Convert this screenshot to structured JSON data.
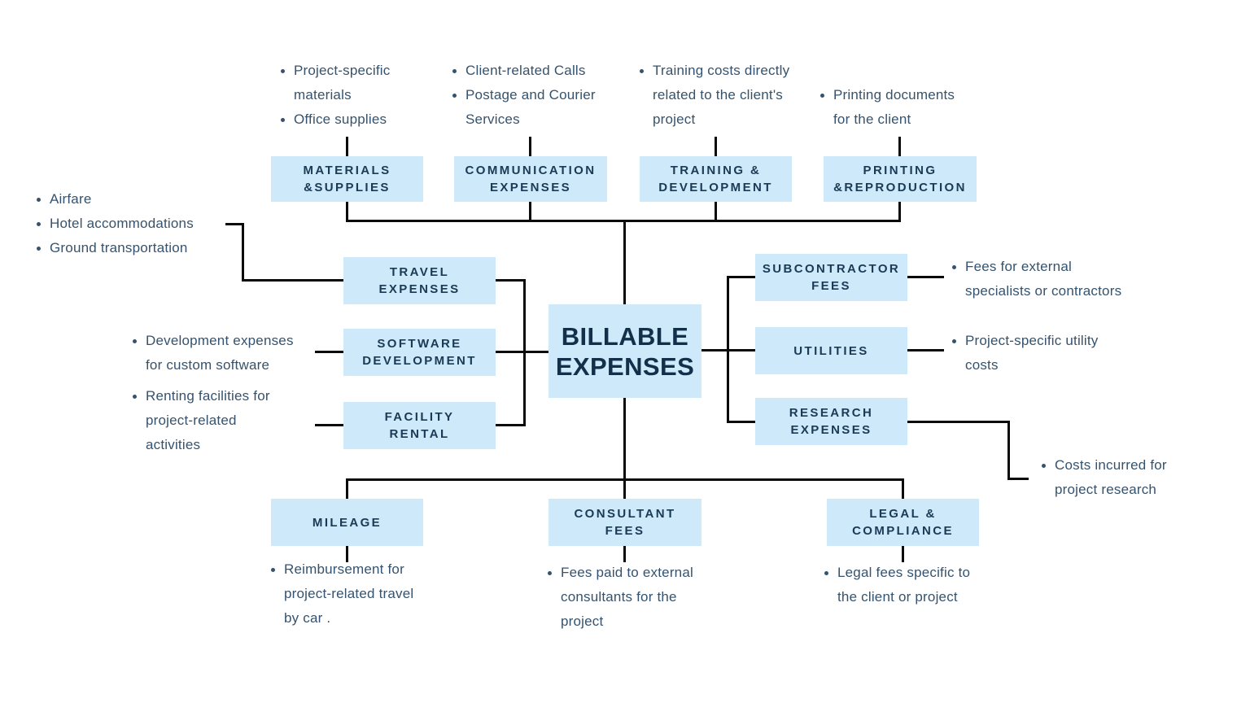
{
  "colors": {
    "background": "#FFFFFF",
    "box_fill": "#CDE9FA",
    "box_label_text": "#1A3A55",
    "center_label_text": "#12304A",
    "bullet_text": "#35536E",
    "connector_line": "#0A0A0A"
  },
  "center": {
    "label": "BILLABLE\nEXPENSES"
  },
  "nodes": {
    "materials": {
      "label": "MATERIALS\n&SUPPLIES",
      "bullets": [
        "Project-specific\nmaterials",
        "Office supplies"
      ]
    },
    "communication": {
      "label": "COMMUNICATION\nEXPENSES",
      "bullets": [
        "Client-related Calls",
        "Postage and Courier\nServices"
      ]
    },
    "training": {
      "label": "TRAINING &\nDEVELOPMENT",
      "bullets": [
        "Training costs directly\nrelated to the client's\nproject"
      ]
    },
    "printing": {
      "label": "PRINTING\n&REPRODUCTION",
      "bullets": [
        "Printing documents\nfor the client"
      ]
    },
    "travel": {
      "label": "TRAVEL\nEXPENSES",
      "bullets": [
        "Airfare",
        "Hotel accommodations",
        "Ground transportation"
      ]
    },
    "software": {
      "label": "SOFTWARE\nDEVELOPMENT",
      "bullets": [
        "Development expenses\nfor custom software"
      ]
    },
    "facility": {
      "label": "FACILITY\nRENTAL",
      "bullets": [
        "Renting facilities for\nproject-related\nactivities"
      ]
    },
    "subcontractor": {
      "label": "SUBCONTRACTOR\nFEES",
      "bullets": [
        "Fees for external\nspecialists or contractors"
      ]
    },
    "utilities": {
      "label": "UTILITIES",
      "bullets": [
        "Project-specific utility\ncosts"
      ]
    },
    "research": {
      "label": "RESEARCH\nEXPENSES",
      "bullets": [
        "Costs incurred for\nproject research"
      ]
    },
    "mileage": {
      "label": "MILEAGE",
      "bullets": [
        "Reimbursement for\nproject-related travel\nby car ."
      ]
    },
    "consultant": {
      "label": "CONSULTANT\nFEES",
      "bullets": [
        "Fees paid to external\nconsultants for the\nproject"
      ]
    },
    "legal": {
      "label": "LEGAL &\nCOMPLIANCE",
      "bullets": [
        "Legal fees specific to\nthe client or project"
      ]
    }
  }
}
